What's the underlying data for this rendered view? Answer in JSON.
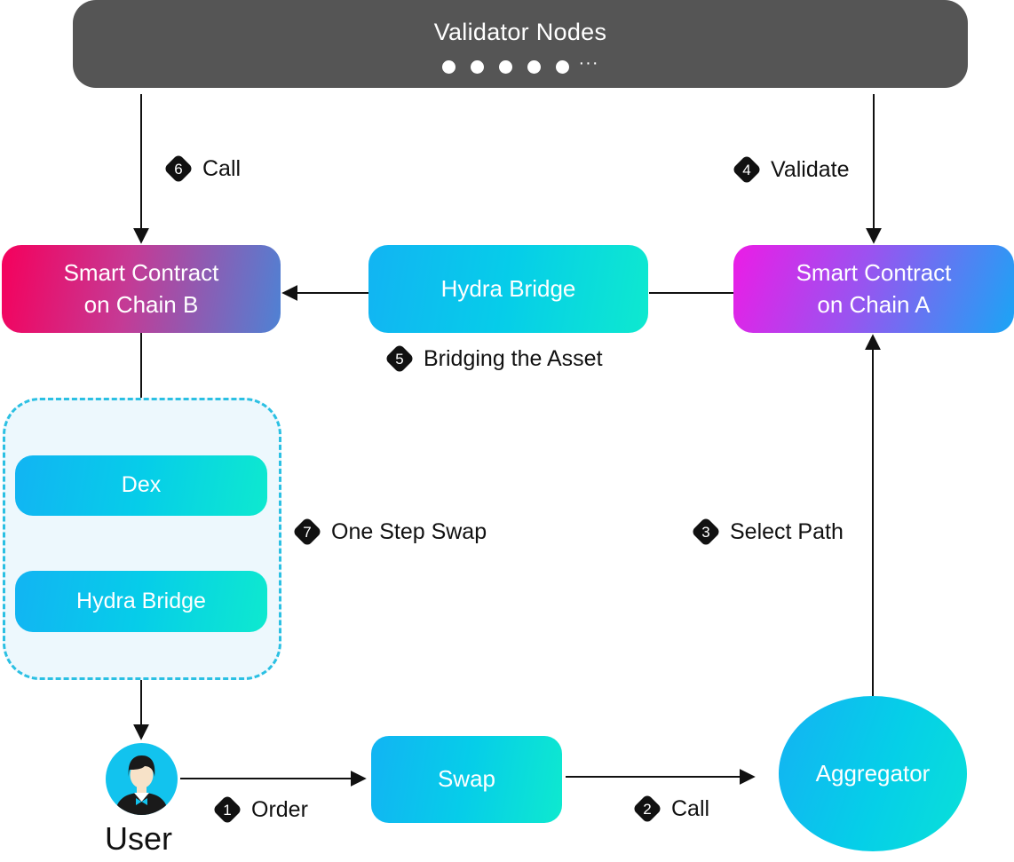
{
  "validator": {
    "title": "Validator Nodes",
    "ellipsis": "···"
  },
  "nodes": {
    "smart_contract_b": "Smart Contract\non Chain B",
    "smart_contract_a": "Smart Contract\non Chain A",
    "hydra_bridge_top": "Hydra Bridge",
    "dex": "Dex",
    "hydra_bridge_inner": "Hydra Bridge",
    "swap": "Swap",
    "aggregator": "Aggregator",
    "user": "User"
  },
  "steps": [
    {
      "number": "1",
      "label": "Order"
    },
    {
      "number": "2",
      "label": "Call"
    },
    {
      "number": "3",
      "label": "Select Path"
    },
    {
      "number": "4",
      "label": "Validate"
    },
    {
      "number": "5",
      "label": "Bridging the Asset"
    },
    {
      "number": "6",
      "label": "Call"
    },
    {
      "number": "7",
      "label": "One Step Swap"
    }
  ],
  "colors": {
    "validator_bg": "#555555",
    "accent_cyan": "#06cde9",
    "dashed_border": "#2bc0e3",
    "badge": "#111111"
  }
}
